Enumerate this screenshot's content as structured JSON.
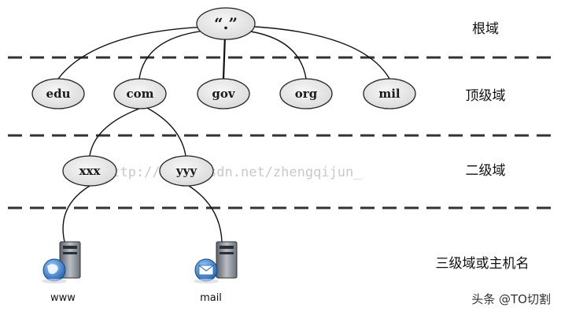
{
  "root": {
    "label": "“.”"
  },
  "top_level": [
    {
      "label": "edu"
    },
    {
      "label": "com"
    },
    {
      "label": "gov"
    },
    {
      "label": "org"
    },
    {
      "label": "mil"
    }
  ],
  "second_level": [
    {
      "label": "xxx"
    },
    {
      "label": "yyy"
    }
  ],
  "hosts": [
    {
      "label": "www",
      "icon": "globe-server-icon"
    },
    {
      "label": "mail",
      "icon": "mail-server-icon"
    }
  ],
  "levels": {
    "root": "根域",
    "top": "顶级域",
    "second": "二级域",
    "third": "三级域或主机名"
  },
  "watermark": "http://blog.csdn.net/zhengqijun_",
  "credit": "头条 @TO切割",
  "colors": {
    "node_fill": "#e6e6e6",
    "node_stroke": "#222222",
    "dashed_line": "#333333",
    "globe_blue": "#2f78c8",
    "server_gray": "#8a8f98"
  }
}
